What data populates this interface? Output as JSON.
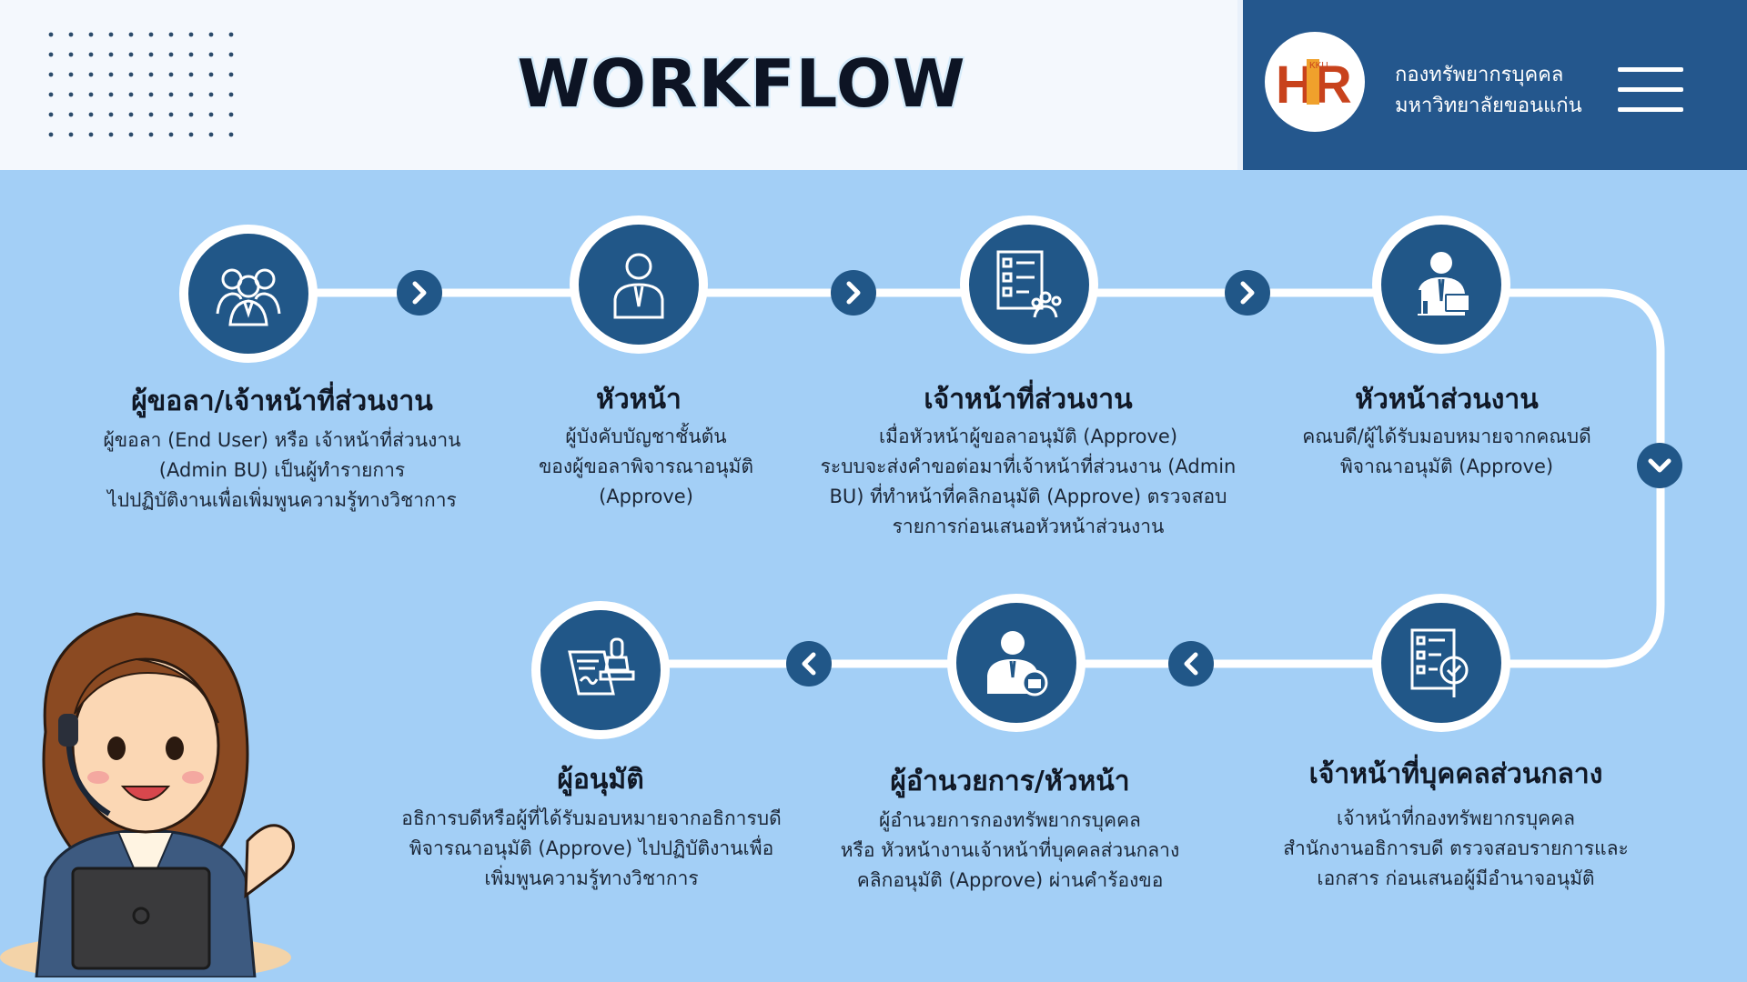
{
  "header": {
    "title": "WORKFLOW",
    "brand_line1": "กองทรัพยากรบุคคล",
    "brand_line2": "มหาวิทยาลัยขอนแก่น",
    "logo_text": "HR",
    "logo_small_text": "KKU"
  },
  "steps": [
    {
      "icon": "team-icon",
      "title": "ผู้ขอลา/เจ้าหน้าที่ส่วนงาน",
      "lines": [
        "ผู้ขอลา (End User) หรือ เจ้าหน้าที่ส่วนงาน",
        "(Admin BU) เป็นผู้ทำรายการ",
        "ไปปฏิบัติงานเพื่อเพิ่มพูนความรู้ทางวิชาการ"
      ]
    },
    {
      "icon": "supervisor-icon",
      "title": "หัวหน้า",
      "lines": [
        "ผู้บังคับบัญชาชั้นต้น",
        "ของผู้ขอลาพิจารณาอนุมัติ",
        "(Approve)"
      ]
    },
    {
      "icon": "checklist-team-icon",
      "title": "เจ้าหน้าที่ส่วนงาน",
      "lines": [
        "เมื่อหัวหน้าผู้ขอลาอนุมัติ (Approve)",
        "ระบบจะส่งคำขอต่อมาที่เจ้าหน้าที่ส่วนงาน (Admin",
        "BU) ที่ทำหน้าที่คลิกอนุมัติ (Approve) ตรวจสอบ",
        "รายการก่อนเสนอหัวหน้าส่วนงาน"
      ]
    },
    {
      "icon": "businessman-icon",
      "title": "หัวหน้าส่วนงาน",
      "lines": [
        "คณบดี/ผู้ได้รับมอบหมายจากคณบดี",
        "พิจาณาอนุมัติ (Approve)"
      ]
    },
    {
      "icon": "document-search-icon",
      "title": "เจ้าหน้าที่บุคคลส่วนกลาง",
      "lines": [
        "เจ้าหน้าที่กองทรัพยากรบุคคล",
        "สำนักงานอธิการบดี ตรวจสอบรายการและ",
        "เอกสาร ก่อนเสนอผู้มีอำนาจอนุมัติ"
      ]
    },
    {
      "icon": "director-icon",
      "title": "ผู้อำนวยการ/หัวหน้า",
      "lines": [
        "ผู้อำนวยการกองทรัพยากรบุคคล",
        "หรือ หัวหน้างานเจ้าหน้าที่บุคคลส่วนกลาง",
        "คลิกอนุมัติ (Approve) ผ่านคำร้องขอ"
      ]
    },
    {
      "icon": "approval-stamp-icon",
      "title": "ผู้อนุมัติ",
      "lines": [
        "อธิการบดีหรือผู้ที่ได้รับมอบหมายจากอธิการบดี",
        "พิจารณาอนุมัติ (Approve) ไปปฏิบัติงานเพื่อ",
        "เพิ่มพูนความรู้ทางวิชาการ"
      ]
    }
  ],
  "colors": {
    "accent": "#215788",
    "background": "#a3cff6",
    "header": "#f4f8fd",
    "brand_panel": "#24578d"
  }
}
